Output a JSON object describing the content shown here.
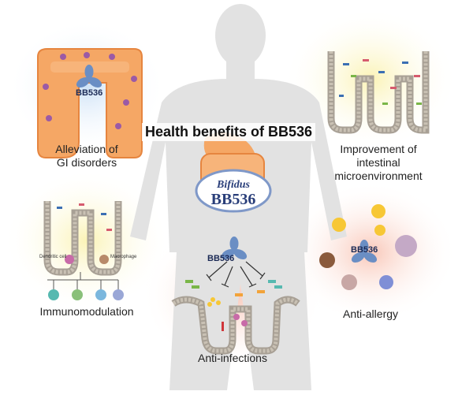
{
  "title": "Health benefits of BB536",
  "benefits": {
    "gi": [
      "Alleviation of",
      "GI disorders"
    ],
    "micro": [
      "Improvement of",
      "intestinal",
      "microenvironment"
    ],
    "immuno": "Immunomodulation",
    "allergy": "Anti-allergy",
    "infection": "Anti-infections"
  },
  "strain_label": "BB536",
  "logo": {
    "line1": "Bifidus",
    "line2": "BB536"
  },
  "cells": {
    "dendritic": "Dendritic cell",
    "macrophage": "Macrophage"
  },
  "colors": {
    "bacteria": "#6a8ec4",
    "colon": "#f29a54",
    "silhouette": "#e2e2e2",
    "logo_blue": "#2a3f7a"
  }
}
